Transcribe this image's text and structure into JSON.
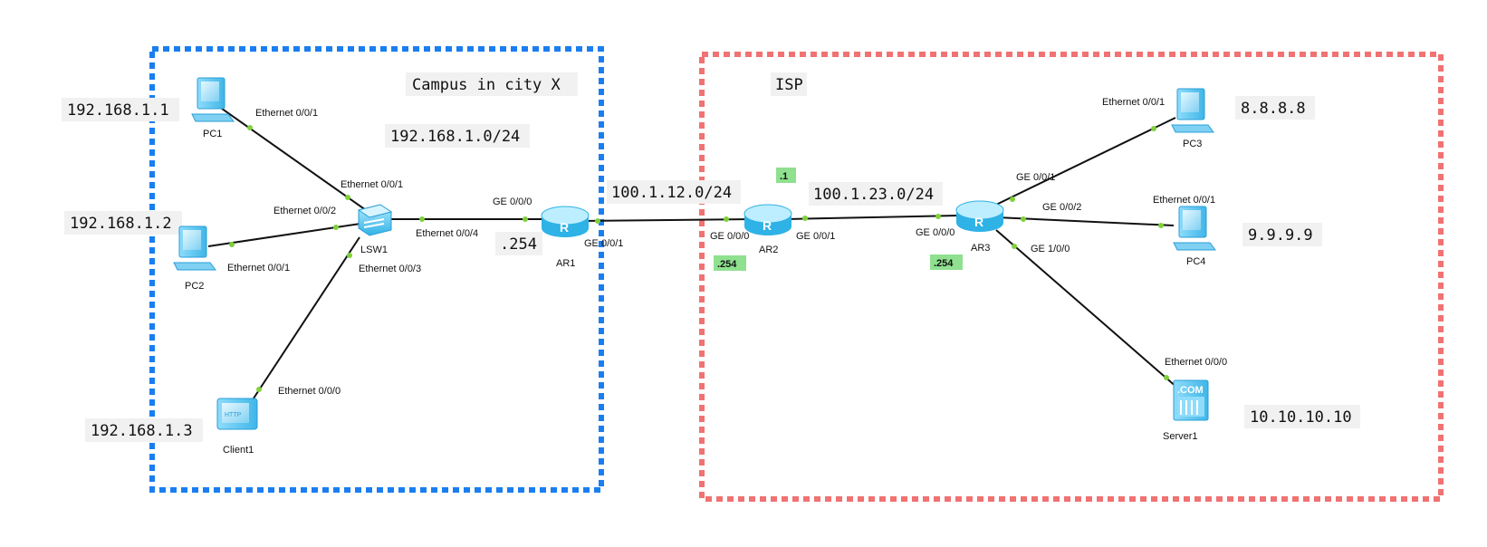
{
  "zones": {
    "campus": {
      "label": "Campus in city X",
      "subnet": "192.168.1.0/24",
      "color": "#1a7ef0"
    },
    "isp": {
      "label": "ISP",
      "color": "#f07272"
    }
  },
  "devices": {
    "pc1": {
      "name": "PC1",
      "ip": "192.168.1.1"
    },
    "pc2": {
      "name": "PC2",
      "ip": "192.168.1.2"
    },
    "client1": {
      "name": "Client1",
      "ip": "192.168.1.3"
    },
    "lsw1": {
      "name": "LSW1"
    },
    "ar1": {
      "name": "AR1",
      "ip_suffix": ".254"
    },
    "ar2": {
      "name": "AR2",
      "ip_suffix_left": ".254",
      "ip_suffix_right": ".1"
    },
    "ar3": {
      "name": "AR3",
      "ip_suffix": ".254"
    },
    "pc3": {
      "name": "PC3",
      "ip": "8.8.8.8"
    },
    "pc4": {
      "name": "PC4",
      "ip": "9.9.9.9"
    },
    "server1": {
      "name": "Server1",
      "ip": "10.10.10.10",
      "badge": ".COM"
    }
  },
  "subnets": {
    "ar1_ar2": "100.1.12.0/24",
    "ar2_ar3": "100.1.23.0/24"
  },
  "ports": {
    "pc1": "Ethernet 0/0/1",
    "lsw1_pc1": "Ethernet 0/0/1",
    "lsw1_pc2": "Ethernet 0/0/2",
    "pc2": "Ethernet 0/0/1",
    "lsw1_client1": "Ethernet 0/0/3",
    "client1": "Ethernet 0/0/0",
    "lsw1_ar1": "Ethernet 0/0/4",
    "ar1_lsw1": "GE 0/0/0",
    "ar1_ar2": "GE 0/0/1",
    "ar2_ar1": "GE 0/0/0",
    "ar2_ar3": "GE 0/0/1",
    "ar3_ar2": "GE 0/0/0",
    "ar3_pc3": "GE 0/0/1",
    "ar3_pc4": "GE 0/0/2",
    "ar3_server1": "GE 1/0/0",
    "pc3": "Ethernet 0/0/1",
    "pc4": "Ethernet 0/0/1",
    "server1": "Ethernet 0/0/0"
  },
  "icons": {
    "pc": "pc-icon",
    "switch": "switch-icon",
    "router": "router-icon",
    "client": "client-icon",
    "server": "server-icon"
  }
}
